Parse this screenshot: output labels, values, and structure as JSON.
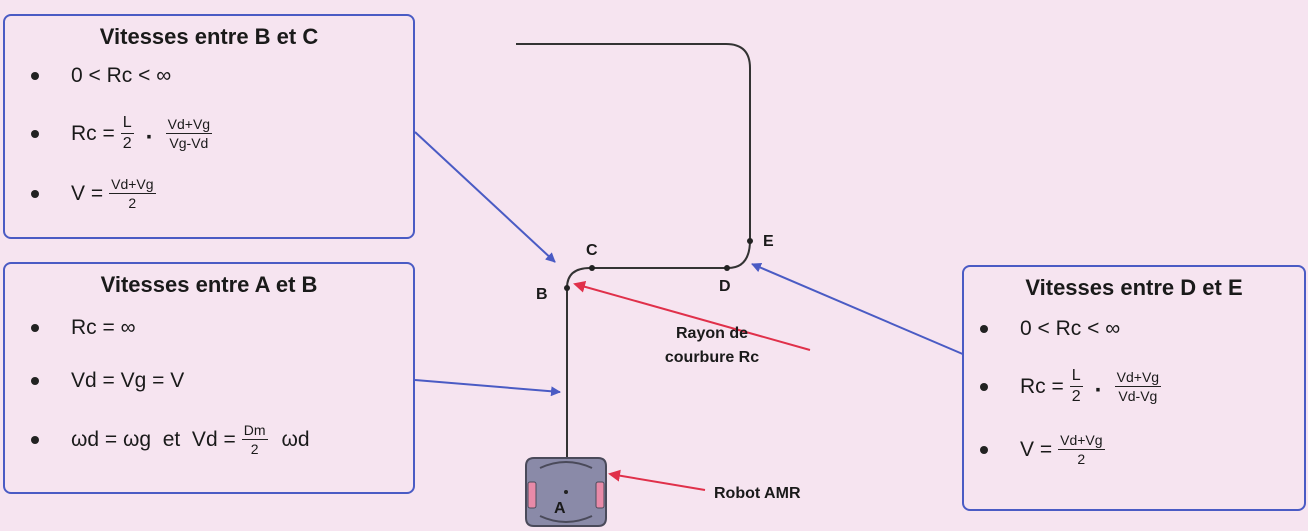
{
  "box_bc": {
    "title": "Vitesses entre B et C",
    "line1": "0 < Rc < ∞",
    "rc_prefix": "Rc =",
    "l": "L",
    "two": "2",
    "num": "Vd+Vg",
    "den": "Vg-Vd",
    "v_prefix": "V =",
    "v_num": "Vd+Vg",
    "v_den": "2"
  },
  "box_ab": {
    "title": "Vitesses entre A et B",
    "line1": "Rc = ∞",
    "line2": "Vd = Vg = V",
    "line3_prefix": "ωd = ωg  et  Vd =",
    "dm": "Dm",
    "two": "2",
    "line3_suffix": "ωd"
  },
  "box_de": {
    "title": "Vitesses entre D et E",
    "line1": "0 < Rc < ∞",
    "rc_prefix": "Rc =",
    "l": "L",
    "two": "2",
    "num": "Vd+Vg",
    "den": "Vd-Vg",
    "v_prefix": "V =",
    "v_num": "Vd+Vg",
    "v_den": "2"
  },
  "points": {
    "a": "A",
    "b": "B",
    "c": "C",
    "d": "D",
    "e": "E"
  },
  "rayon_line1": "Rayon de",
  "rayon_line2": "courbure  Rc",
  "robot_label": "Robot AMR",
  "colors": {
    "box_border": "#4a5bc4",
    "arrow_blue": "#4a5bc4",
    "arrow_red": "#e0304a",
    "background": "#f6e4f0",
    "robot_body": "#8a8aa8"
  }
}
